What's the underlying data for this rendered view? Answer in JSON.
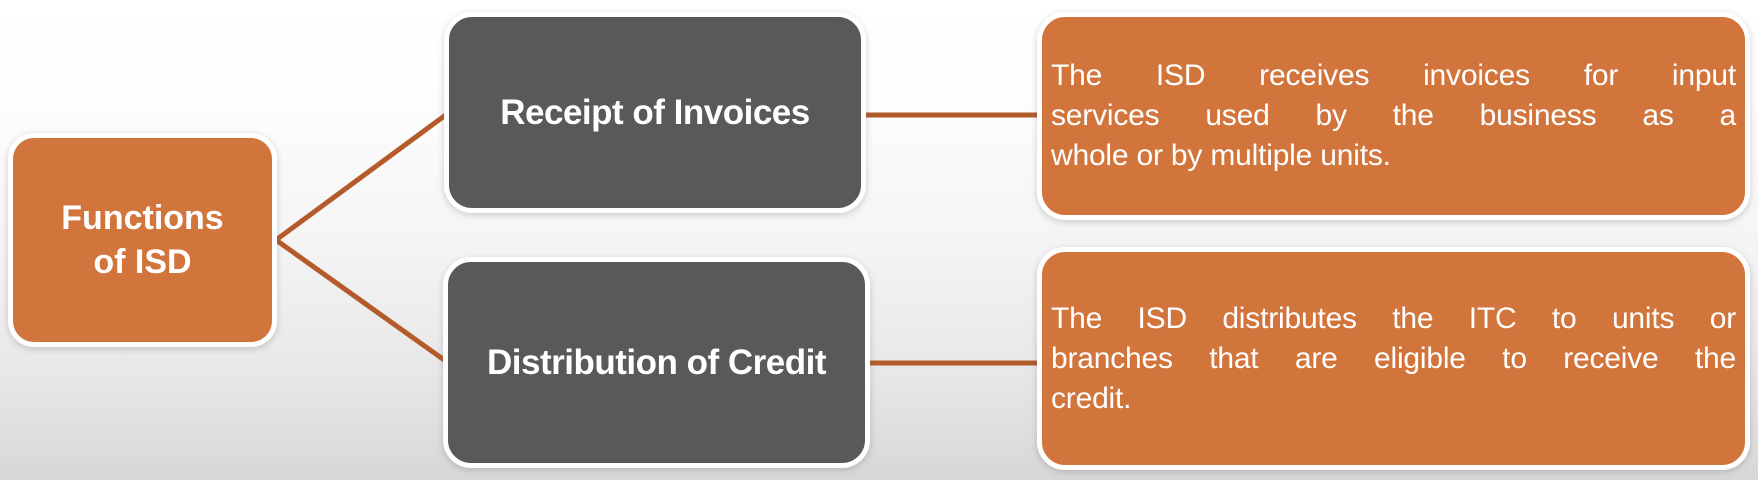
{
  "diagram": {
    "root": {
      "label": "Functions of ISD",
      "line1": "Functions",
      "line2": "of ISD"
    },
    "branches": [
      {
        "title": "Receipt of Invoices",
        "description": "The ISD receives invoices for input services used by the business as a whole or by multiple units.",
        "desc_lines": [
          "The ISD receives invoices for input",
          "services used by the business as a",
          "whole or by multiple units."
        ]
      },
      {
        "title": "Distribution of Credit",
        "description": "The ISD distributes the ITC to units or branches that are eligible to receive the credit.",
        "desc_lines": [
          "The ISD distributes the ITC to units or",
          "branches that are eligible to receive the",
          "credit."
        ]
      }
    ],
    "colors": {
      "accent_orange": "#d1753c",
      "dark_gray": "#595959",
      "connector_brown": "#b55b2b",
      "text_white": "#ffffff",
      "border_white": "#ffffff"
    }
  }
}
